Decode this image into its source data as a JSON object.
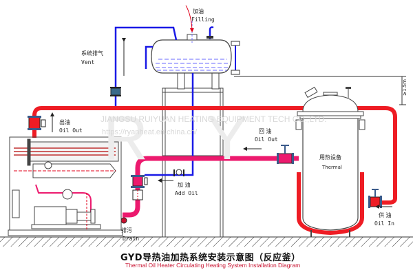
{
  "diagram": {
    "title_cn": "GYD导热油加热系统安装示意图（反应釜）",
    "title_en": "Thermal Oil Heater Circulating Heating System Installation Diagram",
    "watermark": {
      "company": "JIANGSU RUIYUAN HEATING EQUIPMENT TECH CO.,LTD.",
      "url": "https://ryanheat.en.china.cn/",
      "big_letters": [
        "R",
        "Y"
      ]
    },
    "labels": {
      "filling_cn": "加油",
      "filling_en": "Filling",
      "vent_cn": "系统排气",
      "vent_en": "Vent",
      "oil_out_cn": "出油",
      "oil_out_en": "Oil Out",
      "return_cn": "回 油",
      "return_en": "Oil Out",
      "add_oil_cn": "加 油",
      "add_oil_en": "Add Oil",
      "drain_cn": "排污",
      "drain_en": "Drain",
      "thermal_cn": "用热设备",
      "thermal_en": "Thermal",
      "supply_cn": "供 油",
      "supply_en": "Oil In",
      "height_note": "≥1.5m"
    },
    "colors": {
      "hot_pipe": "#ee1c24",
      "return_pipe": "#ec1a6e",
      "vent_pipe": "#1a1ae6",
      "title_en": "#c8102e"
    }
  }
}
